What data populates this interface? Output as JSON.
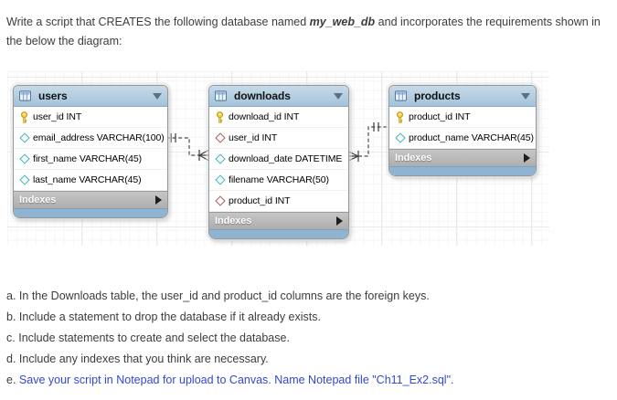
{
  "intro": {
    "part1": "Write a script that CREATES the following database named ",
    "db_name": "my_web_db",
    "part2": " and incorporates the requirements shown in the below the diagram:"
  },
  "diagram": {
    "tables": [
      {
        "name": "users",
        "columns": [
          {
            "icon": "primary-key",
            "text": "user_id INT"
          },
          {
            "icon": "attribute",
            "text": "email_address VARCHAR(100)"
          },
          {
            "icon": "attribute",
            "text": "first_name VARCHAR(45)"
          },
          {
            "icon": "attribute",
            "text": "last_name VARCHAR(45)"
          }
        ],
        "indexes_label": "Indexes"
      },
      {
        "name": "downloads",
        "columns": [
          {
            "icon": "primary-key",
            "text": "download_id INT"
          },
          {
            "icon": "foreign-key",
            "text": "user_id INT"
          },
          {
            "icon": "attribute",
            "text": "download_date DATETIME"
          },
          {
            "icon": "attribute",
            "text": "filename VARCHAR(50)"
          },
          {
            "icon": "foreign-key",
            "text": "product_id INT"
          }
        ],
        "indexes_label": "Indexes"
      },
      {
        "name": "products",
        "columns": [
          {
            "icon": "primary-key",
            "text": "product_id INT"
          },
          {
            "icon": "attribute",
            "text": "product_name VARCHAR(45)"
          }
        ],
        "indexes_label": "Indexes"
      }
    ],
    "relationships": [
      {
        "one_side": "users",
        "many_side": "downloads",
        "cardinality": "1:n",
        "style": "dashed crow's foot"
      },
      {
        "one_side": "products",
        "many_side": "downloads",
        "cardinality": "1:n",
        "style": "dashed crow's foot"
      }
    ]
  },
  "requirements": [
    {
      "letter": "a.",
      "text": "In the Downloads table, the user_id and product_id columns are the foreign keys."
    },
    {
      "letter": "b.",
      "text": "Include a statement to drop the database if it already exists."
    },
    {
      "letter": "c.",
      "text": "Include statements to create and select the database."
    },
    {
      "letter": "d.",
      "text": "Include any indexes that you think are necessary."
    },
    {
      "letter": "e.",
      "text": "Save your script in Notepad for upload to Canvas. Name Notepad file \"Ch11_Ex2.sql\"."
    }
  ],
  "colors": {
    "table_header": "#aec9dd",
    "table_footer": "#8fb4d2",
    "indexes_bar": "#b8b8b8",
    "pk_icon_yellow": "#f2d43c",
    "fk_icon_red": "#b5575c",
    "attr_icon_cyan": "#3fb6bd",
    "link_blue": "#3347d1",
    "body_text": "#3c3c3c",
    "connector": "#4c4c4c"
  }
}
